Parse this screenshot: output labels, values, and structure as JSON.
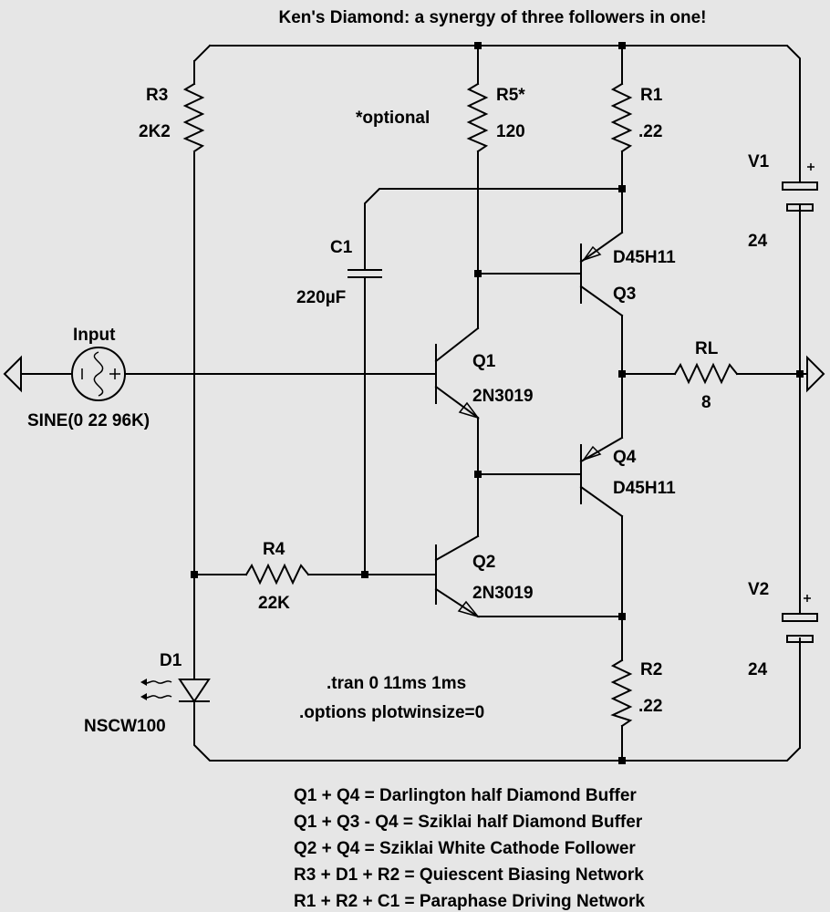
{
  "title": "Ken's Diamond: a synergy of three followers in one!",
  "components": {
    "r3": {
      "name": "R3",
      "value": "2K2"
    },
    "r5": {
      "name": "R5*",
      "value": "120"
    },
    "r5_note": "*optional",
    "r1": {
      "name": "R1",
      "value": ".22"
    },
    "r2": {
      "name": "R2",
      "value": ".22"
    },
    "r4": {
      "name": "R4",
      "value": "22K"
    },
    "rl": {
      "name": "RL",
      "value": "8"
    },
    "c1": {
      "name": "C1",
      "value": "220µF"
    },
    "v1": {
      "name": "V1",
      "value": "24"
    },
    "v2": {
      "name": "V2",
      "value": "24"
    },
    "q1": {
      "name": "Q1",
      "model": "2N3019"
    },
    "q2": {
      "name": "Q2",
      "model": "2N3019"
    },
    "q3": {
      "name": "Q3",
      "model": "D45H11"
    },
    "q4": {
      "name": "Q4",
      "model": "D45H11"
    },
    "d1": {
      "name": "D1",
      "model": "NSCW100"
    },
    "input": {
      "name": "Input",
      "value": "SINE(0 22 96K)"
    }
  },
  "directives": [
    ".tran 0 11ms 1ms",
    ".options plotwinsize=0"
  ],
  "notes": [
    "Q1 + Q4 = Darlington half Diamond Buffer",
    "Q1 + Q3 - Q4 = Sziklai half Diamond Buffer",
    "Q2 + Q4 = Sziklai White Cathode Follower",
    "R3 + D1 + R2 = Quiescent Biasing Network",
    "R1 + R2 + C1 = Paraphase Driving Network"
  ],
  "colors": {
    "background": "#e6e6e6",
    "ink": "#000000"
  }
}
